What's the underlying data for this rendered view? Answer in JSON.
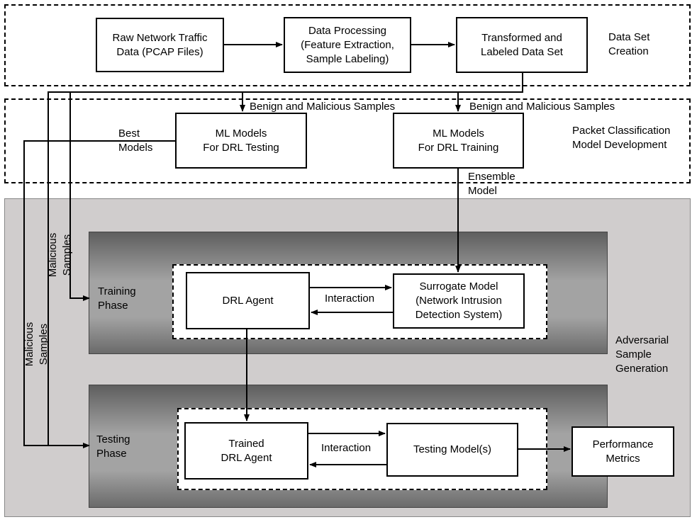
{
  "sections": {
    "data_set_creation": "Data Set\nCreation",
    "packet_classification": "Packet Classification\nModel Development",
    "adversarial": "Adversarial\nSample\nGeneration"
  },
  "boxes": {
    "raw_traffic": "Raw Network Traffic\nData (PCAP Files)",
    "data_processing": "Data Processing\n(Feature Extraction,\nSample Labeling)",
    "transformed": "Transformed and\nLabeled Data Set",
    "ml_testing": "ML Models\nFor DRL Testing",
    "ml_training": "ML Models\nFor DRL Training",
    "drl_agent": "DRL Agent",
    "surrogate": "Surrogate Model\n(Network Intrusion\nDetection System)",
    "trained_agent": "Trained\nDRL Agent",
    "testing_models": "Testing Model(s)",
    "performance": "Performance\nMetrics"
  },
  "labels": {
    "benign_left": "Benign and Malicious Samples",
    "benign_right": "Benign and Malicious Samples",
    "best_models": "Best\nModels",
    "ensemble_model": "Ensemble\nModel",
    "malicious_inner": "Malicious Samples",
    "malicious_outer": "Malicious Samples",
    "interaction_training": "Interaction",
    "interaction_testing": "Interaction",
    "training_phase": "Training\nPhase",
    "testing_phase": "Testing\nPhase"
  }
}
